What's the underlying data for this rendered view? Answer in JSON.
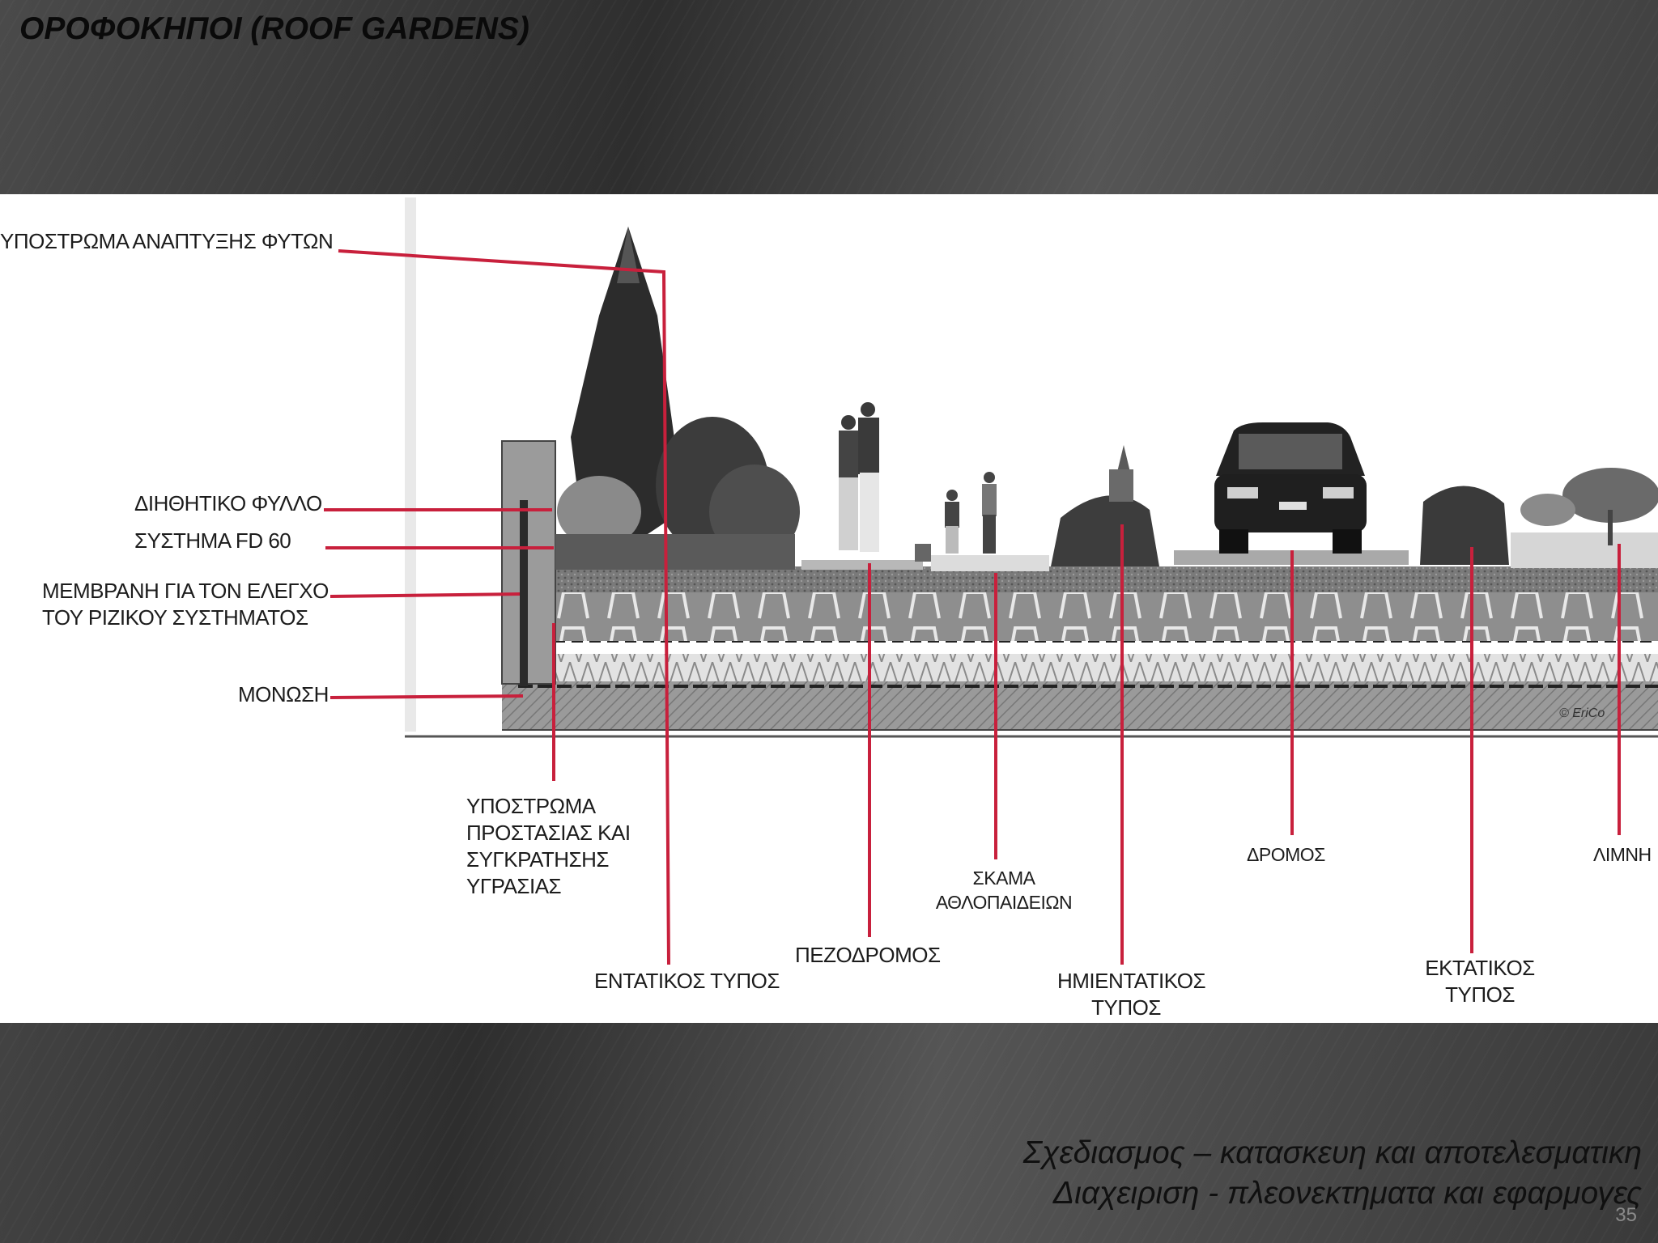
{
  "slide": {
    "title_bold": "ΟΡΟΦΟΚΗΠΟΙ",
    "title_rest": " (ROOF GARDENS)",
    "footer_line1": "Σχεδιασμος – κατασκευη και αποτελεσματικη",
    "footer_line2": "Διαχειριση - πλεονεκτηματα και εφαρμογες",
    "page_number": "35"
  },
  "diagram": {
    "labels": {
      "plant_substrate": "ΥΠΟΣΤΡΩΜΑ ΑΝΑΠΤΥΞΗΣ ΦΥΤΩΝ",
      "filter_sheet": "ΔΙΗΘΗΤΙΚΟ ΦΥΛΛΟ",
      "fd60_system": "ΣΥΣΤΗΜΑ FD 60",
      "root_membrane_1": "ΜΕΜΒΡΑΝΗ ΓΙΑ ΤΟΝ ΕΛΕΓΧΟ",
      "root_membrane_2": "ΤΟΥ ΡΙΖΙΚΟΥ ΣΥΣΤΗΜΑΤΟΣ",
      "insulation": "ΜΟΝΩΣΗ",
      "protection_1": "ΥΠΟΣΤΡΩΜΑ",
      "protection_2": "ΠΡΟΣΤΑΣΙΑΣ ΚΑΙ",
      "protection_3": "ΣΥΓΚΡΑΤΗΣΗΣ",
      "protection_4": "ΥΓΡΑΣΙΑΣ",
      "intensive": "ΕΝΤΑΤΙΚΟΣ ΤΥΠΟΣ",
      "pedestrian": "ΠΕΖΟΔΡΟΜΟΣ",
      "playground_1": "ΣΚΑΜΑ",
      "playground_2": "ΑΘΛΟΠΑΙΔΕΙΩΝ",
      "semi_intensive_1": "ΗΜΙΕΝΤΑΤΙΚΟΣ",
      "semi_intensive_2": "ΤΥΠΟΣ",
      "road": "ΔΡΟΜΟΣ",
      "extensive_1": "ΕΚΤΑΤΙΚΟΣ",
      "extensive_2": "ΤΥΠΟΣ",
      "lake": "ΛΙΜΝΗ",
      "copyright": "© EriCo"
    },
    "leader_color": "#c8203c"
  }
}
